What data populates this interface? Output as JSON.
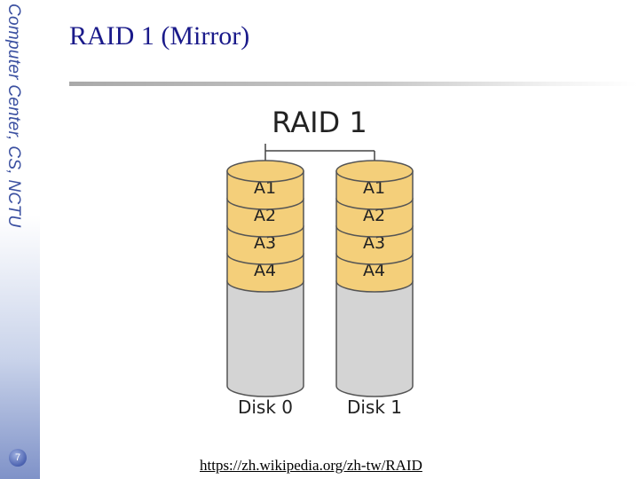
{
  "sidebar": {
    "title": "Computer Center, CS, NCTU",
    "page_number": "7"
  },
  "slide": {
    "title": "RAID 1 (Mirror)"
  },
  "diagram": {
    "title": "RAID 1",
    "disks": [
      {
        "label": "Disk 0",
        "blocks": [
          "A1",
          "A2",
          "A3",
          "A4"
        ]
      },
      {
        "label": "Disk 1",
        "blocks": [
          "A1",
          "A2",
          "A3",
          "A4"
        ]
      }
    ],
    "colors": {
      "block_fill": "#f4cf7a",
      "empty_fill": "#d4d4d4",
      "outline": "#555555",
      "text": "#222222"
    }
  },
  "footer": {
    "source_url": "https://zh.wikipedia.org/zh-tw/RAID"
  }
}
